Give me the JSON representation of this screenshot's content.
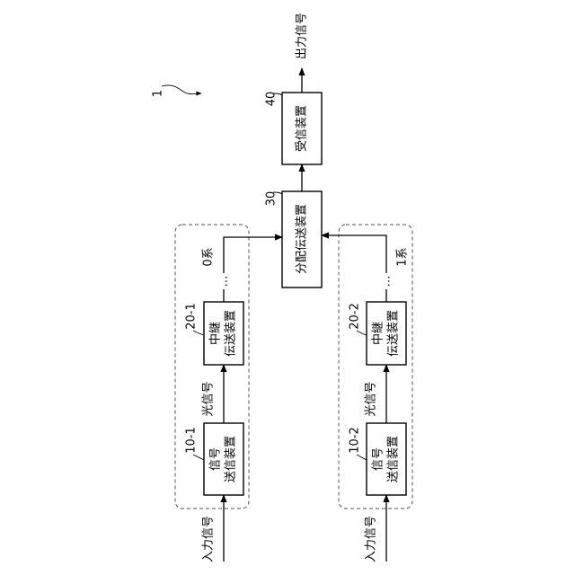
{
  "system_ref": "1",
  "output": {
    "label": "出力信号"
  },
  "receiver": {
    "ref": "40",
    "label": "受信装置"
  },
  "distributor": {
    "ref": "30",
    "label": "分配伝送装置"
  },
  "system0": {
    "input_label": "入力信号",
    "sender": {
      "ref": "10-1",
      "line1": "信号",
      "line2": "送信装置"
    },
    "link_label": "光信号",
    "relay": {
      "ref": "20-1",
      "line1": "中継",
      "line2": "伝送装置"
    },
    "ellipsis": "…",
    "label": "0系"
  },
  "system1": {
    "input_label": "入力信号",
    "sender": {
      "ref": "10-2",
      "line1": "信号",
      "line2": "送信装置"
    },
    "link_label": "光信号",
    "relay": {
      "ref": "20-2",
      "line1": "中継",
      "line2": "伝送装置"
    },
    "ellipsis": "…",
    "label": "1系"
  }
}
